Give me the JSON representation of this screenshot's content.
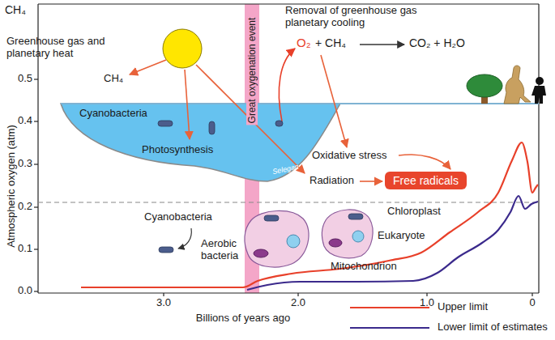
{
  "diagram": {
    "nodes": [
      {
        "text": [
          "Cyanobacteria",
          "Photosynthesis"
        ]
      },
      {
        "text": [
          "Great oxygenation event"
        ]
      },
      {
        "text": [
          "Free radicals"
        ]
      }
    ],
    "labels": [
      "CH₄",
      "Greenhouse gas and planetary heat",
      "CH₄",
      "Removal of greenhouse gas planetary cooling",
      "O₂",
      "+ CH₄",
      "CO₂ + H₂O",
      "Oxidative stress",
      "Radiation",
      "Cyanobacteria",
      "Aerobic bacteria",
      "Chloroplast",
      "Eukaryote",
      "Mitochondrion",
      "Selegan",
      "Atmospheric oxygen (atm)",
      "0.0",
      "0.1",
      "0.2",
      "0.3",
      "0.4",
      "0.5",
      "3.0",
      "2.0",
      "1.0",
      "0",
      "Billions of years ago"
    ],
    "legend": [
      {
        "text": "Upper limit"
      },
      {
        "text": "Lower limit of estimates"
      }
    ]
  }
}
